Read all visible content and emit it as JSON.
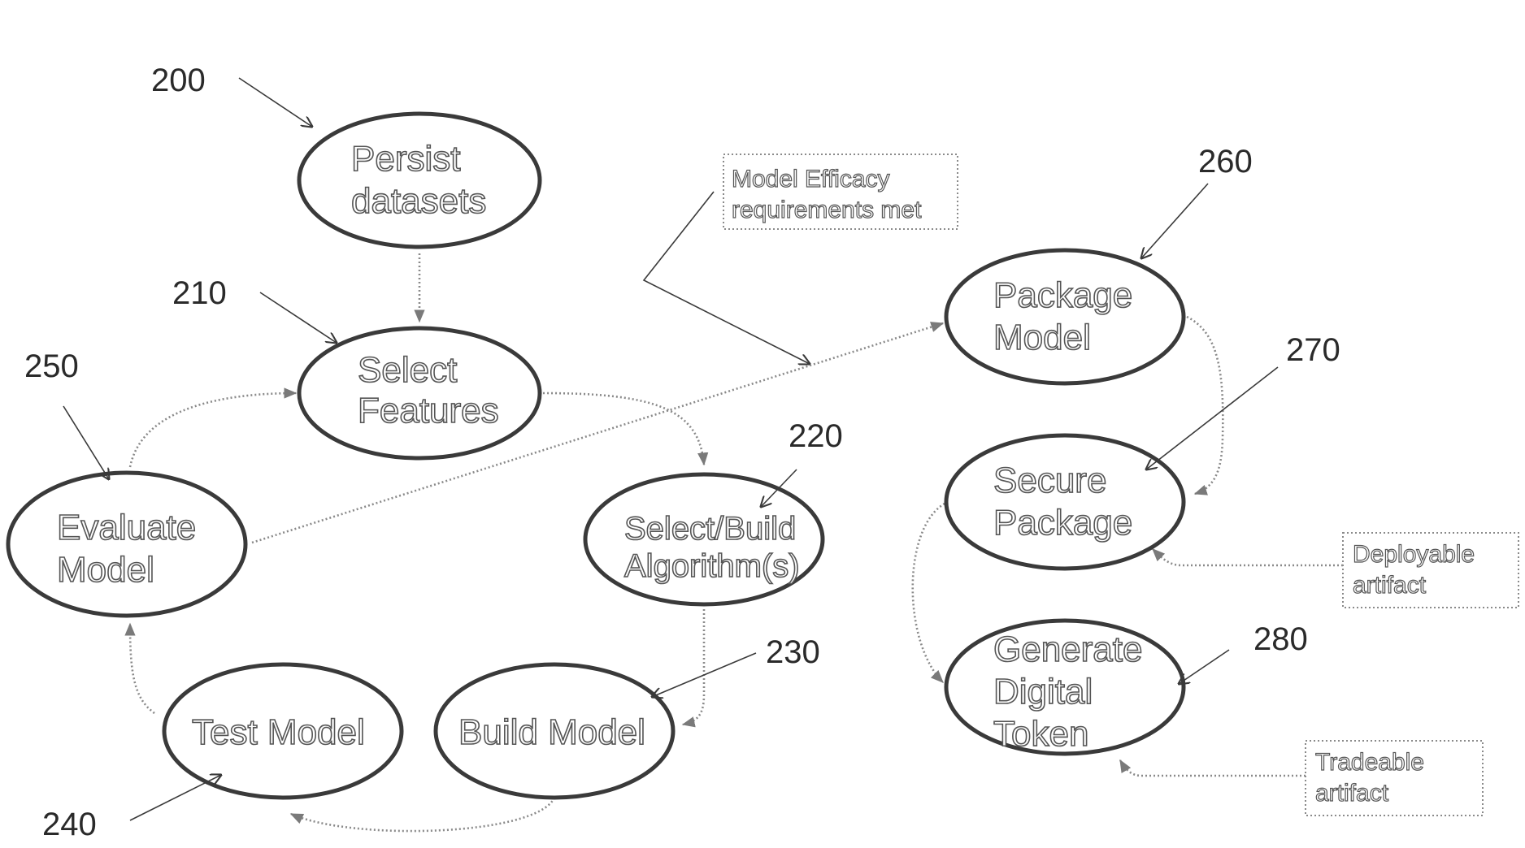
{
  "nodes": {
    "persist_datasets": {
      "line1": "Persist",
      "line2": "datasets",
      "ref": "200"
    },
    "select_features": {
      "line1": "Select",
      "line2": "Features",
      "ref": "210"
    },
    "select_build_algorithms": {
      "line1": "Select/Build",
      "line2": "Algorithm(s)",
      "ref": "220"
    },
    "build_model": {
      "line1": "Build Model",
      "ref": "230"
    },
    "test_model": {
      "line1": "Test Model",
      "ref": "240"
    },
    "evaluate_model": {
      "line1": "Evaluate",
      "line2": "Model",
      "ref": "250"
    },
    "package_model": {
      "line1": "Package",
      "line2": "Model",
      "ref": "260"
    },
    "secure_package": {
      "line1": "Secure",
      "line2": "Package",
      "ref": "270"
    },
    "generate_digital_token": {
      "line1": "Generate",
      "line2": "Digital",
      "line3": "Token",
      "ref": "280"
    }
  },
  "notes": {
    "model_efficacy": {
      "line1": "Model Efficacy",
      "line2": "requirements met"
    },
    "deployable": {
      "line1": "Deployable",
      "line2": "artifact"
    },
    "tradeable": {
      "line1": "Tradeable",
      "line2": "artifact"
    }
  },
  "colors": {
    "outline": "#3a3a3a",
    "dotted": "#8a8a8a",
    "background": "#ffffff"
  }
}
